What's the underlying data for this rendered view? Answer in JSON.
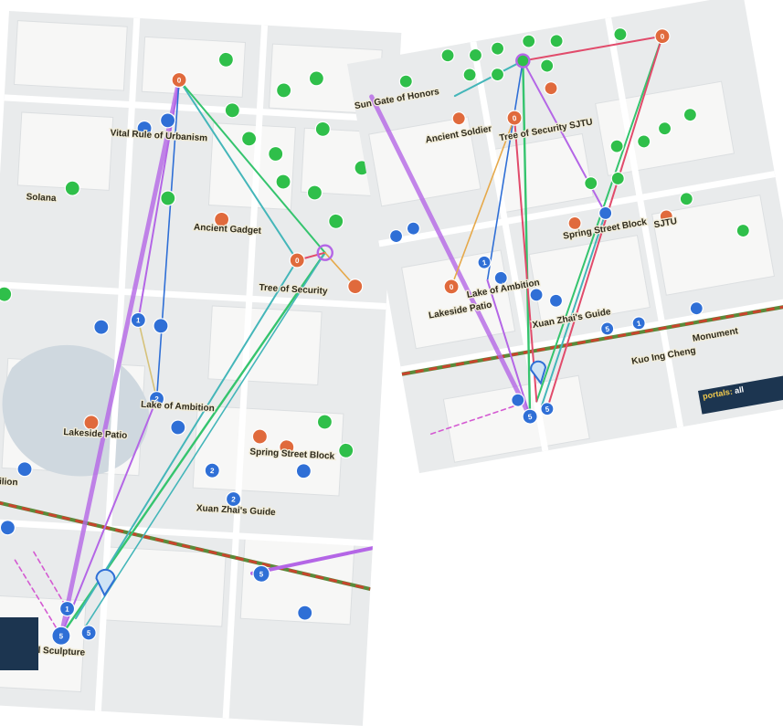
{
  "colors": {
    "portal_green": "#2fbf4a",
    "portal_orange": "#e06a3c",
    "portal_blue": "#2f6fd6",
    "link_purple": "#b466e6",
    "link_teal": "#44b6b9",
    "link_green": "#35c46e",
    "link_red": "#e14b6b",
    "rail_red": "#c8452d",
    "rail_green": "#5b8a3a",
    "map_bg": "#e9ebec"
  },
  "left_map": {
    "labels": {
      "l1": "Vital Rule of Urbanism",
      "l2": "Solana",
      "l3": "Ancient Gadget",
      "l4": "Tree of Security",
      "l5": "Lakeside Patio",
      "l6": "Lake of Ambition",
      "l7": "Pavilion",
      "l8": "Xuan Zhai's Guide",
      "l9": "Spring Street Block",
      "l10": "Portal Sculpture"
    },
    "hud_text": ""
  },
  "right_map": {
    "labels": {
      "r1": "Sun Gate of Honors",
      "r2": "Ancient Soldier",
      "r3": "Tree of Security SJTU",
      "r4": "Lake of Ambition",
      "r5": "Lakeside Patio",
      "r6": "Xuan Zhai's Guide",
      "r7": "Spring Street Block",
      "r8": "SJTU",
      "r9": "Monument",
      "r10": "Kuo Ing Cheng"
    },
    "hud": {
      "key": "portals:",
      "value": "all"
    }
  }
}
